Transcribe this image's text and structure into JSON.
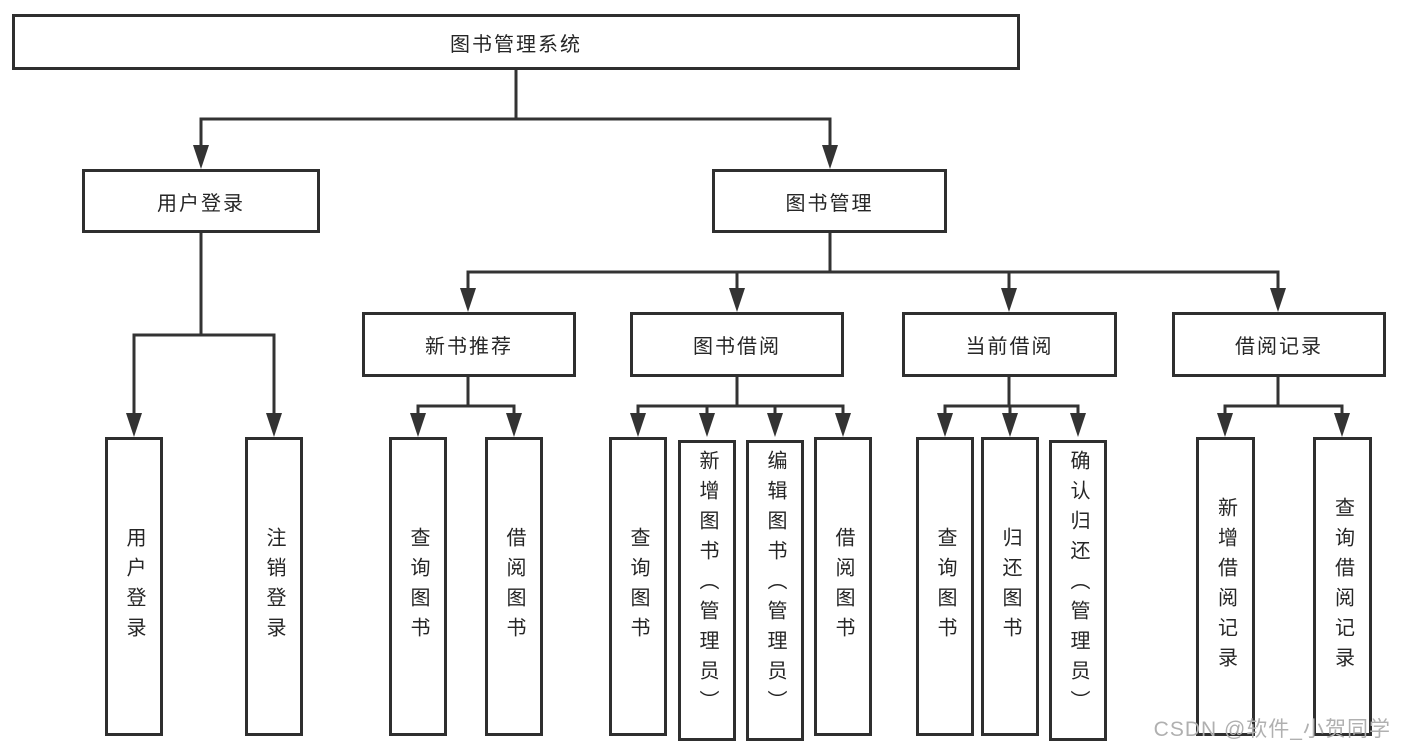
{
  "tree": {
    "root": "图书管理系统",
    "login": {
      "label": "用户登录",
      "children": [
        "用户登录",
        "注销登录"
      ]
    },
    "management": {
      "label": "图书管理",
      "groups": [
        {
          "label": "新书推荐",
          "children": [
            "查询图书",
            "借阅图书"
          ]
        },
        {
          "label": "图书借阅",
          "children": [
            "查询图书",
            "新增图书（管理员）",
            "编辑图书（管理员）",
            "借阅图书"
          ]
        },
        {
          "label": "当前借阅",
          "children": [
            "查询图书",
            "归还图书",
            "确认归还（管理员）"
          ]
        },
        {
          "label": "借阅记录",
          "children": [
            "新增借阅记录",
            "查询借阅记录"
          ]
        }
      ]
    }
  },
  "watermark": "CSDN @软件_小贺同学",
  "colors": {
    "line": "#333333",
    "border": "#2f2f2f",
    "text": "#262626",
    "wm": "#b0b0b0",
    "bg": "#ffffff"
  }
}
